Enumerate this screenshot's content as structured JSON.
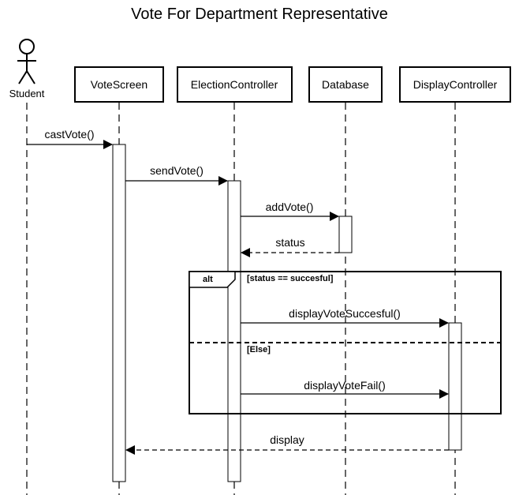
{
  "title": "Vote For Department Representative",
  "actor": {
    "label": "Student"
  },
  "participants": [
    {
      "id": "votescreen",
      "label": "VoteScreen"
    },
    {
      "id": "electioncontroller",
      "label": "ElectionController"
    },
    {
      "id": "database",
      "label": "Database"
    },
    {
      "id": "displaycontroller",
      "label": "DisplayController"
    }
  ],
  "messages": [
    {
      "id": "castVote",
      "label": "castVote()",
      "type": "sync"
    },
    {
      "id": "sendVote",
      "label": "sendVote()",
      "type": "sync"
    },
    {
      "id": "addVote",
      "label": "addVote()",
      "type": "sync"
    },
    {
      "id": "status",
      "label": "status",
      "type": "return"
    },
    {
      "id": "displayVoteSuccesful",
      "label": "displayVoteSuccesful()",
      "type": "sync"
    },
    {
      "id": "displayVoteFail",
      "label": "displayVoteFail()",
      "type": "sync"
    },
    {
      "id": "display",
      "label": "display",
      "type": "return"
    }
  ],
  "fragment": {
    "operator": "alt",
    "guard_1": "[status == succesful]",
    "guard_2": "[Else]"
  }
}
